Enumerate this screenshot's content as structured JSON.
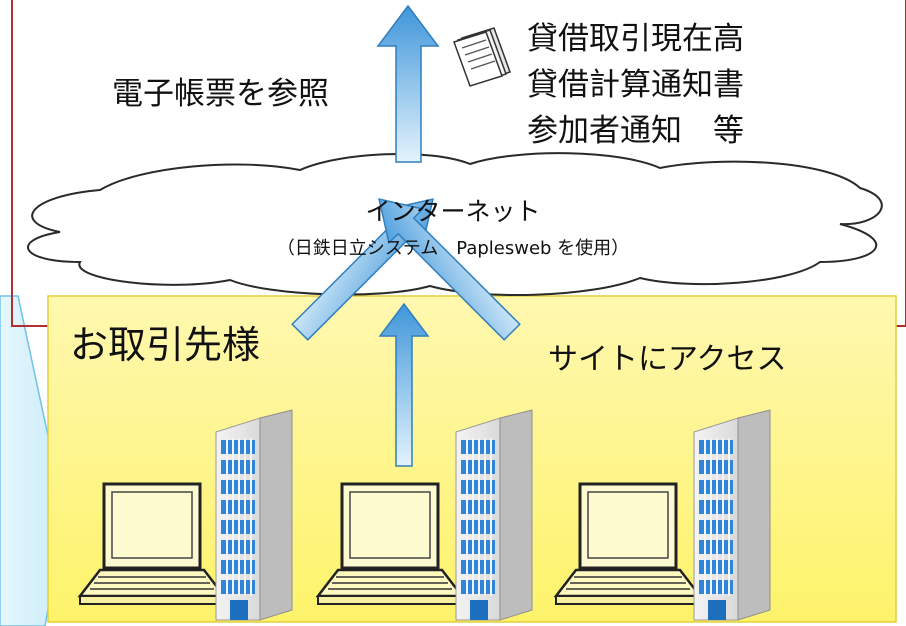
{
  "reference_label": "電子帳票を参照",
  "documents": {
    "icon": "document-stack-icon",
    "lines": [
      "貸借取引現在高",
      "貸借計算通知書",
      "参加者通知　等"
    ]
  },
  "internet": {
    "title": "インターネット",
    "subtitle": "（日鉄日立システム　Paplesweb を使用）"
  },
  "clients": {
    "title": "お取引先様",
    "access_label": "サイトにアクセス",
    "client_icons": [
      "laptop-icon",
      "office-building-icon"
    ]
  },
  "colors": {
    "arrow_fill": "#5aa6e0",
    "client_area_fill": "#fff89a",
    "frame_border": "#b03030",
    "side_panel_fill": "#d8f1fb"
  }
}
